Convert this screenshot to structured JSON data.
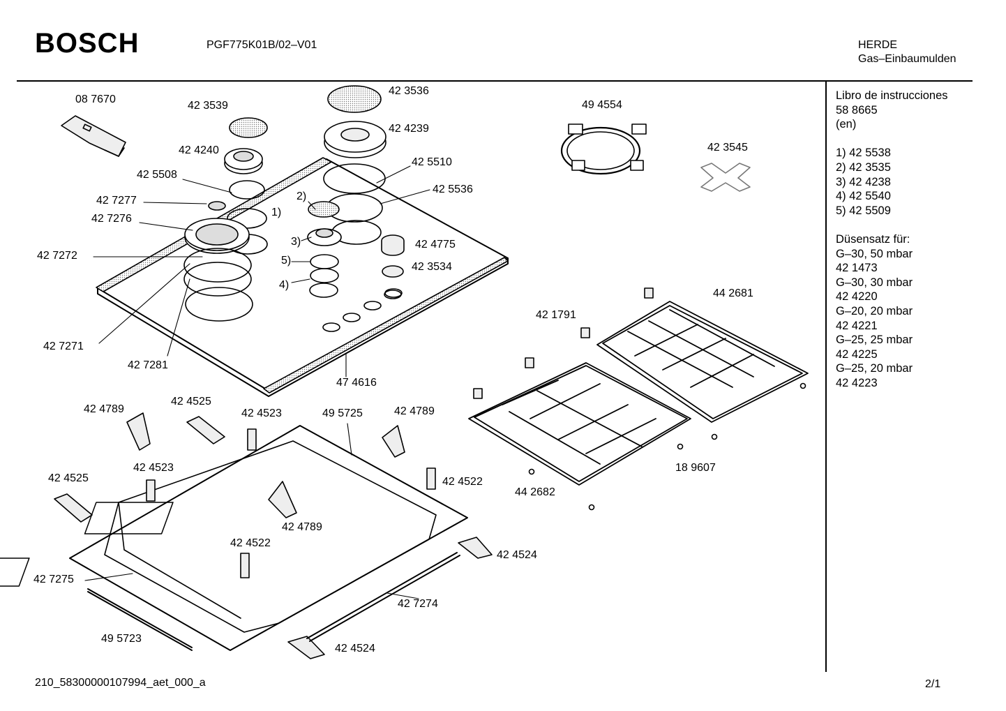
{
  "header": {
    "brand": "BOSCH",
    "model": "PGF775K01B/02–V01",
    "category_line1": "HERDE",
    "category_line2": "Gas–Einbaumulden"
  },
  "side_panel": {
    "lines": [
      "Libro de instrucciones",
      "58 8665",
      "(en)",
      "",
      "1) 42 5538",
      "2) 42 3535",
      "3) 42 4238",
      "4) 42 5540",
      "5) 42 5509",
      "",
      "Düsensatz für:",
      "G–30, 50 mbar",
      "42 1473",
      "G–30, 30 mbar",
      "42 4220",
      "G–20, 20 mbar",
      "42 4221",
      "G–25, 25 mbar",
      "42 4225",
      "G–25, 20 mbar",
      "42 4223"
    ]
  },
  "part_labels": [
    "08 7670",
    "42 3539",
    "42 3536",
    "42 4239",
    "49 4554",
    "42 4240",
    "42 5510",
    "42 3545",
    "42 5508",
    "42 5536",
    "2)",
    "42 7277",
    "1)",
    "42 7276",
    "3)",
    "42 4775",
    "42 7272",
    "5)",
    "42 3534",
    "4)",
    "42 1791",
    "44 2681",
    "42 7271",
    "42 7281",
    "47 4616",
    "42 4789",
    "42 4525",
    "42 4523",
    "49 5725",
    "42 4789",
    "42 4525",
    "42 4523",
    "42 4522",
    "18 9607",
    "44 2682",
    "42 4789",
    "42 4522",
    "42 4524",
    "42 7275",
    "42 7274",
    "49 5723",
    "42 4524"
  ],
  "footer": {
    "drawing_id": "210_58300000107994_aet_000_a",
    "page": "2/1"
  }
}
